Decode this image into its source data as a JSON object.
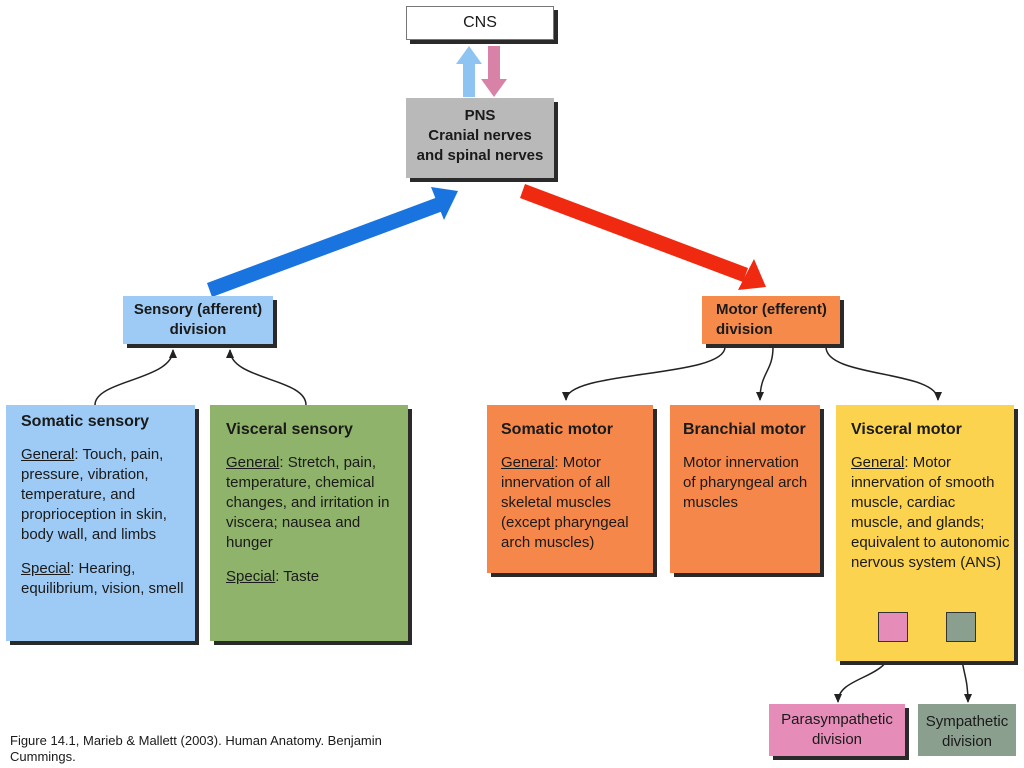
{
  "colors": {
    "cns_fill": "#ffffff",
    "pns_fill": "#b9b9b9",
    "sensory_fill": "#9ecbf5",
    "somatic_sensory_fill": "#9ecbf5",
    "visceral_sensory_fill": "#8fb36a",
    "motor_fill": "#f58a4b",
    "somatic_motor_fill": "#f5874a",
    "branchial_motor_fill": "#f5874a",
    "visceral_motor_fill": "#fbd34e",
    "parasympathetic_fill": "#e58cb8",
    "sympathetic_fill": "#8b9f8f",
    "afferent_arrow": "#1a74e0",
    "efferent_arrow": "#f02a10",
    "up_arrow": "#8ec4f2",
    "down_arrow": "#d882a8"
  },
  "cns": {
    "label": "CNS"
  },
  "pns": {
    "line1": "PNS",
    "line2": "Cranial nerves",
    "line3": "and spinal nerves"
  },
  "sensory_division": {
    "line1": "Sensory (afferent)",
    "line2": "division"
  },
  "motor_division": {
    "line1": "Motor (efferent)",
    "line2": "division"
  },
  "somatic_sensory": {
    "title": "Somatic sensory",
    "general_label": "General",
    "general_text": ": Touch, pain, pressure, vibration, temperature, and proprioception in skin, body wall, and limbs",
    "special_label": "Special",
    "special_text": ": Hearing, equilibrium, vision, smell"
  },
  "visceral_sensory": {
    "title": "Visceral sensory",
    "general_label": "General",
    "general_text": ": Stretch, pain, temperature, chemical changes, and irritation in viscera; nausea and hunger",
    "special_label": "Special",
    "special_text": ": Taste"
  },
  "somatic_motor": {
    "title": "Somatic motor",
    "general_label": "General",
    "general_text": ": Motor innervation of all skeletal muscles (except pharyngeal arch muscles)"
  },
  "branchial_motor": {
    "title": "Branchial motor",
    "text": "Motor innervation of pharyngeal arch muscles"
  },
  "visceral_motor": {
    "title": "Visceral motor",
    "general_label": "General",
    "general_text": ": Motor innervation of smooth muscle, cardiac muscle, and glands; equivalent to autonomic nervous system (ANS)"
  },
  "parasympathetic": {
    "line1": "Parasympathetic",
    "line2": "division"
  },
  "sympathetic": {
    "line1": "Sympathetic",
    "line2": "division"
  },
  "caption": "Figure 14.1, Marieb & Mallett (2003). Human Anatomy.  Benjamin Cummings."
}
